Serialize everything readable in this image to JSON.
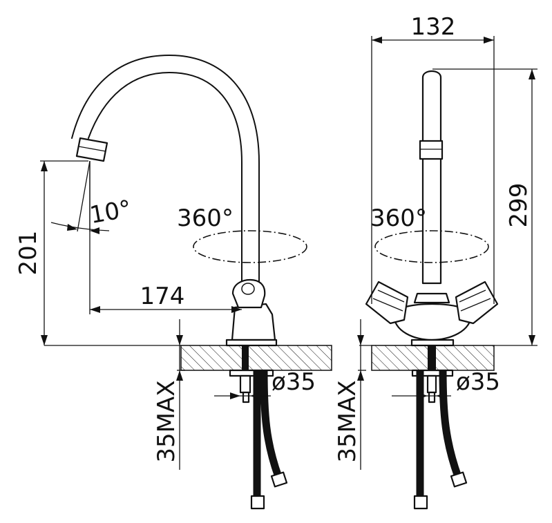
{
  "dimensions": {
    "left_reach": "174",
    "left_height": "201",
    "spout_angle": "10°",
    "left_swivel": "360°",
    "left_hole": "ø35",
    "left_max_thickness": "35MAX",
    "right_width": "132",
    "right_height": "299",
    "right_swivel": "360°",
    "right_hole": "ø35",
    "right_max_thickness": "35MAX"
  },
  "colors": {
    "line": "#111111",
    "background": "#ffffff"
  }
}
